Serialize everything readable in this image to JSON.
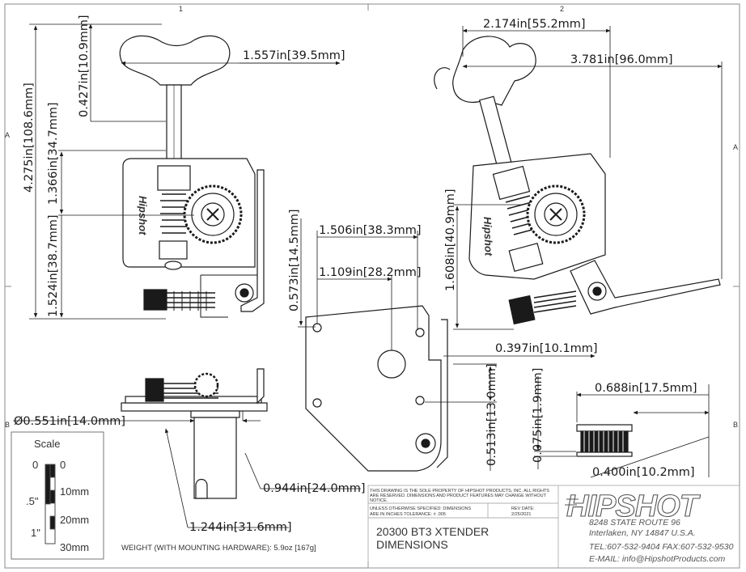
{
  "sheet": {
    "zone_col_1": "1",
    "zone_col_2": "2",
    "zone_row_a": "A",
    "zone_row_b": "B"
  },
  "dimensions": {
    "top_knob_width": "1.557in[39.5mm]",
    "knob_offset": "0.427in[10.9mm]",
    "overall_height": "4.275in[108.6mm]",
    "knob_to_post": "1.366in[34.7mm]",
    "post_to_bottom": "1.524in[38.7mm]",
    "angled_width": "2.174in[55.2mm]",
    "angled_overall": "3.781in[96.0mm]",
    "angled_height": "1.608in[40.9mm]",
    "angled_offset": "0.397in[10.1mm]",
    "hole_vertical": "0.573in[14.5mm]",
    "hole_span_1": "1.506in[38.3mm]",
    "hole_span_2": "1.109in[28.2mm]",
    "hole_spacing": "0.513in[13.0mm]",
    "bushing_width": "0.688in[17.5mm]",
    "bushing_flange": "0.075in[1.9mm]",
    "bushing_body": "0.400in[10.2mm]",
    "post_diameter": "Ø0.551in[14.0mm]",
    "post_length_1": "0.944in[24.0mm]",
    "post_length_2": "1.244in[31.6mm]"
  },
  "scale": {
    "title": "Scale",
    "in_labels": [
      "0",
      ".5\"",
      "1\""
    ],
    "mm_labels": [
      "0",
      "10mm",
      "20mm",
      "30mm"
    ]
  },
  "weight": "WEIGHT (WITH MOUNTING HARDWARE): 5.9oz [167g]",
  "brand_mark": "Hipshot",
  "title_block": {
    "notice": [
      "THIS DRAWING IS THE SOLE PROPERTY OF HIPSHOT PRODUCTS, INC. ALL RIGHTS",
      "ARE RESERVED. DIMENSIONS AND PRODUCT FEATURES MAY CHANGE WITHOUT",
      "NOTICE."
    ],
    "tolerance": [
      "UNLESS OTHERWISE SPECIFIED: DIMENSIONS",
      "ARE IN INCHES TOLERANCE: ± .005"
    ],
    "rev_label": "REV DATE:",
    "rev_date": "2/25/2021",
    "part_title": [
      "20300 BT3 XTENDER",
      "DIMENSIONS"
    ],
    "logo": "HIPSHOT",
    "address": [
      "8248 STATE ROUTE 96",
      "Interlaken, NY 14847 U.S.A."
    ],
    "phone": "TEL:607-532-9404 FAX:607-532-9530",
    "email": "E-MAIL: info@HipshotProducts.com"
  }
}
